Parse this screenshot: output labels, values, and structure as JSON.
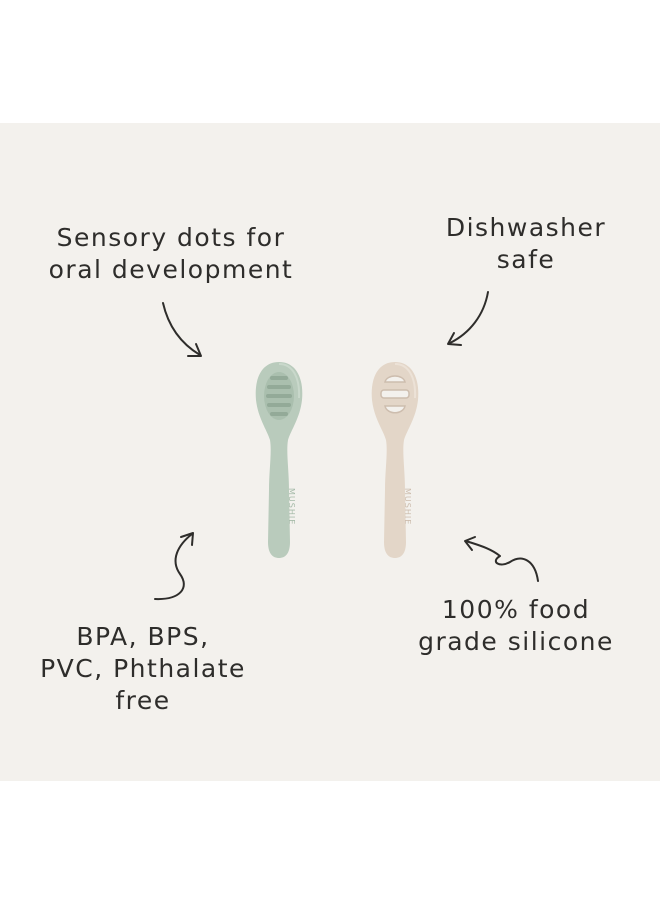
{
  "callouts": {
    "sensory": [
      "Sensory dots for",
      "oral development"
    ],
    "dishwasher": [
      "Dishwasher",
      "safe"
    ],
    "bpa_free": [
      "BPA, BPS,",
      "PVC, Phthalate",
      "free"
    ],
    "silicone": [
      "100% food",
      "grade silicone"
    ]
  },
  "brand": "MUSHIE",
  "colors": {
    "panel": "#f3f1ed",
    "text": "#2e2d2b",
    "sage_spoon": "#b9cbbc",
    "sand_spoon": "#e3d6c8"
  }
}
